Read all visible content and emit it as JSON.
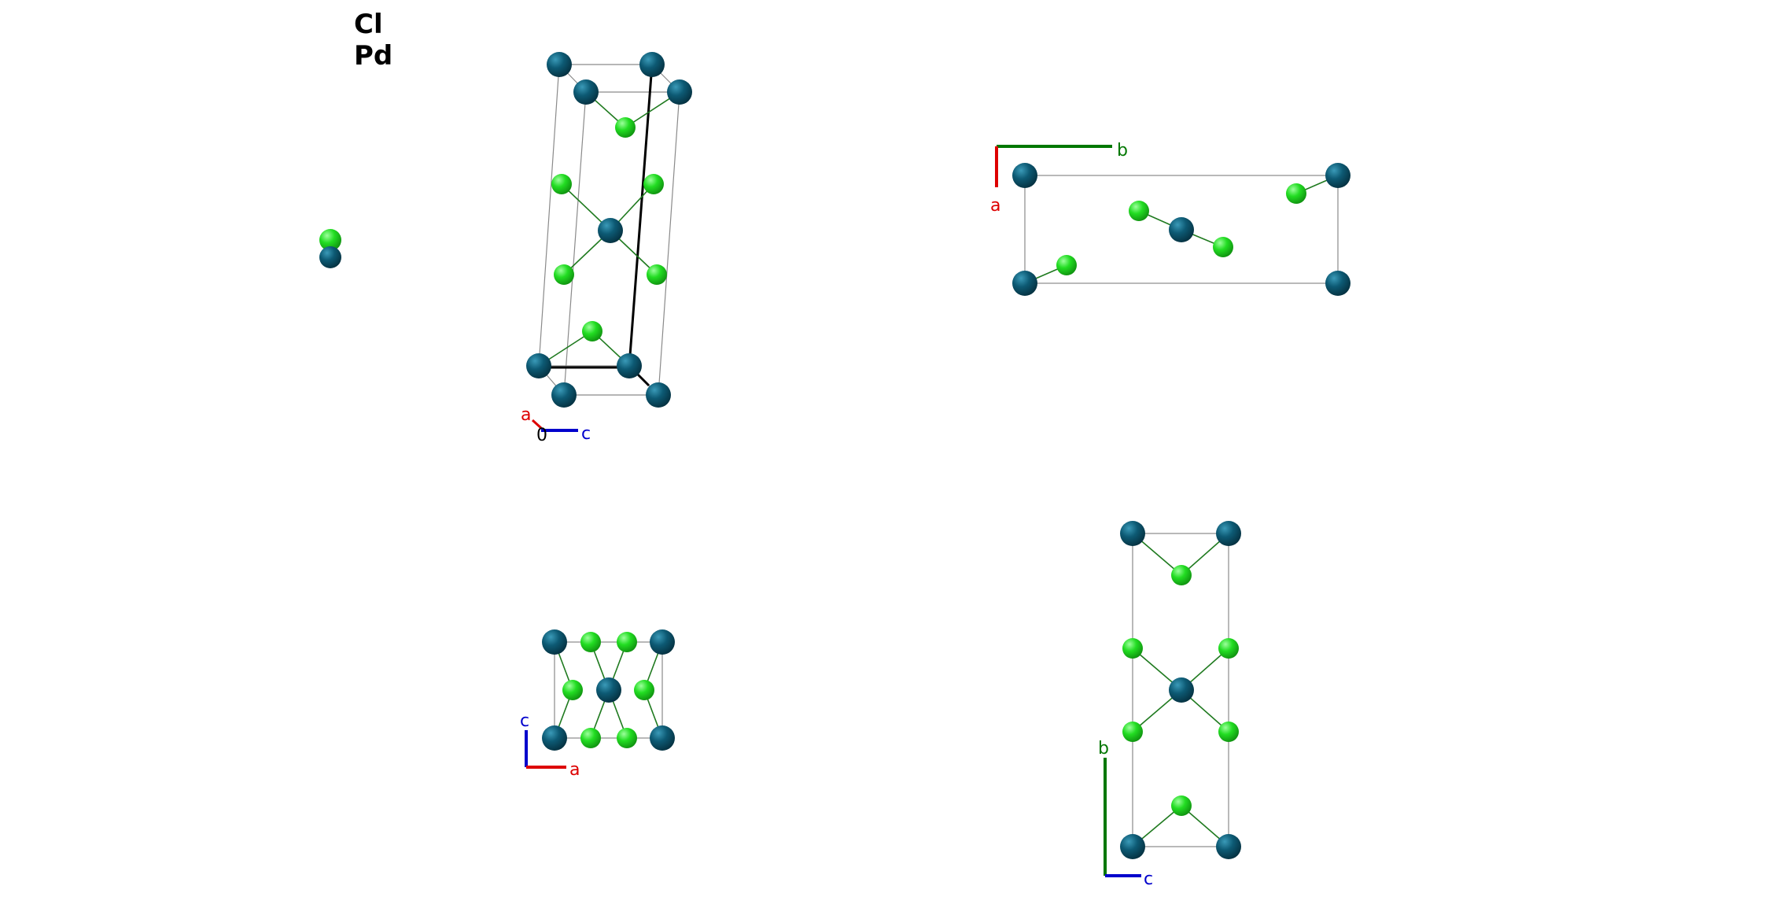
{
  "legend": {
    "items": [
      "Cl",
      "Pd"
    ],
    "colors": {
      "Cl": "#22dd22",
      "Pd": "#0d5a74"
    }
  },
  "axes": {
    "a_color": "#dd0000",
    "b_color": "#007700",
    "c_color": "#0000cc",
    "origin_color": "#000000",
    "views": [
      {
        "name": "perspective",
        "labels": [
          "a",
          "0",
          "c"
        ]
      },
      {
        "name": "along-c",
        "labels": [
          "b",
          "a"
        ]
      },
      {
        "name": "along-b",
        "labels": [
          "c",
          "a"
        ]
      },
      {
        "name": "along-a",
        "labels": [
          "b",
          "c"
        ]
      }
    ]
  }
}
